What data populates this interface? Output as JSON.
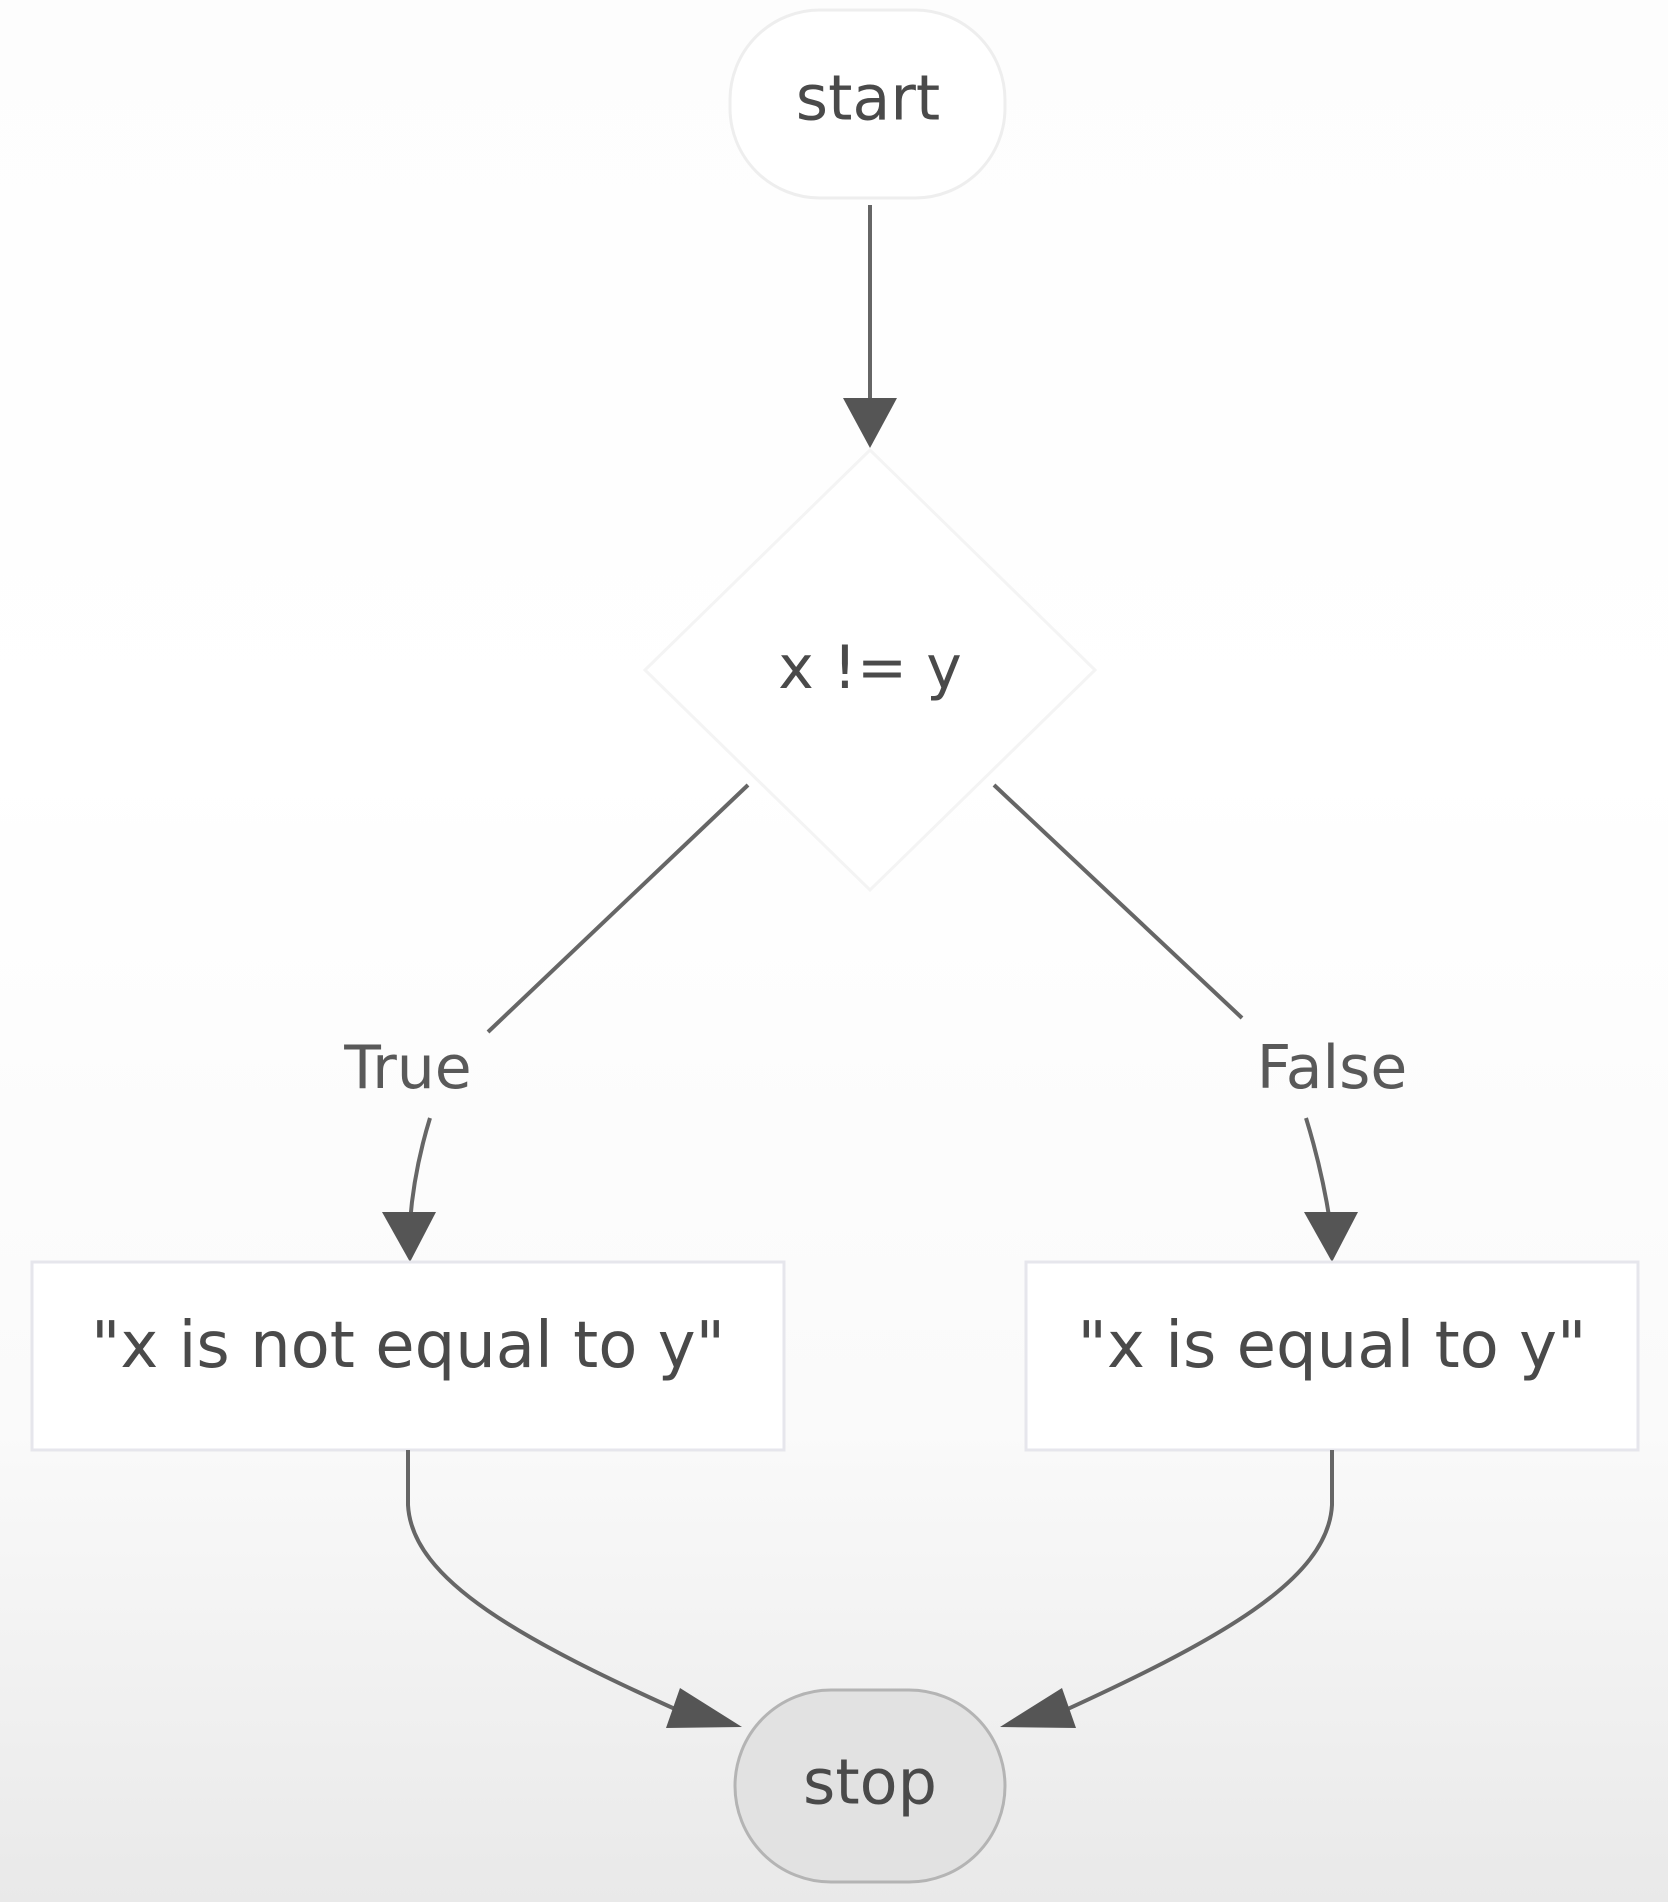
{
  "nodes": {
    "start": "start",
    "decision": "x != y",
    "true_action": "\"x is not equal to y\"",
    "false_action": "\"x is equal to y\"",
    "stop": "stop"
  },
  "edges": {
    "true_label": "True",
    "false_label": "False"
  },
  "colors": {
    "text": "#4a4a4a",
    "edge": "#666666",
    "stop_fill": "#e2e2e2"
  }
}
